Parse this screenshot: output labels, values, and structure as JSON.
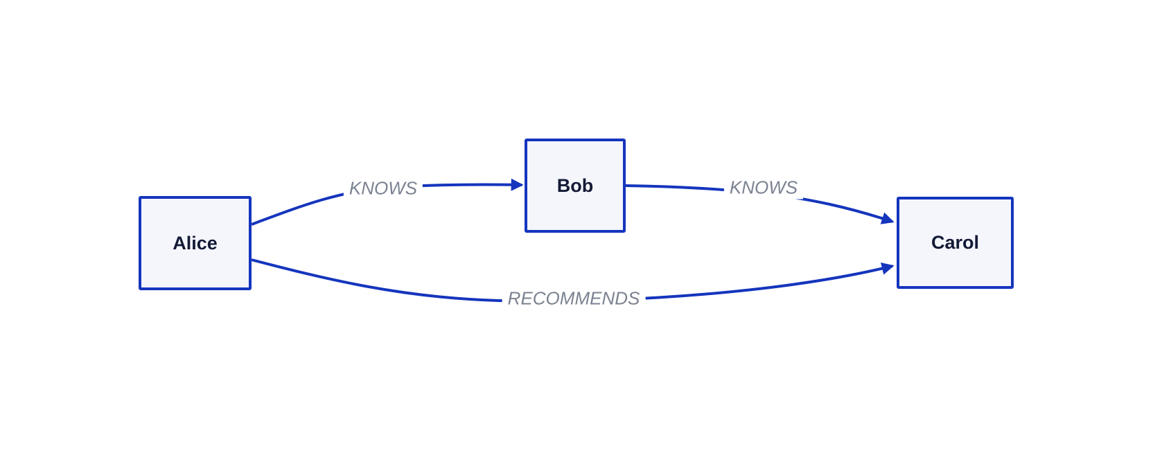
{
  "diagram": {
    "type": "graph",
    "background": "#ffffff",
    "colors": {
      "background": "#ffffff",
      "edge": "#1535bd",
      "node_border": "#1535bd",
      "node_fill": "#f5f6fc",
      "node_text": "#131a36",
      "edge_label": "#7b8290"
    },
    "nodes": [
      {
        "id": "alice",
        "label": "Alice"
      },
      {
        "id": "bob",
        "label": "Bob"
      },
      {
        "id": "carol",
        "label": "Carol"
      }
    ],
    "edges": [
      {
        "from": "Alice",
        "to": "Bob",
        "label": "KNOWS"
      },
      {
        "from": "Bob",
        "to": "Carol",
        "label": "KNOWS"
      },
      {
        "from": "Alice",
        "to": "Carol",
        "label": "RECOMMENDS"
      }
    ]
  }
}
